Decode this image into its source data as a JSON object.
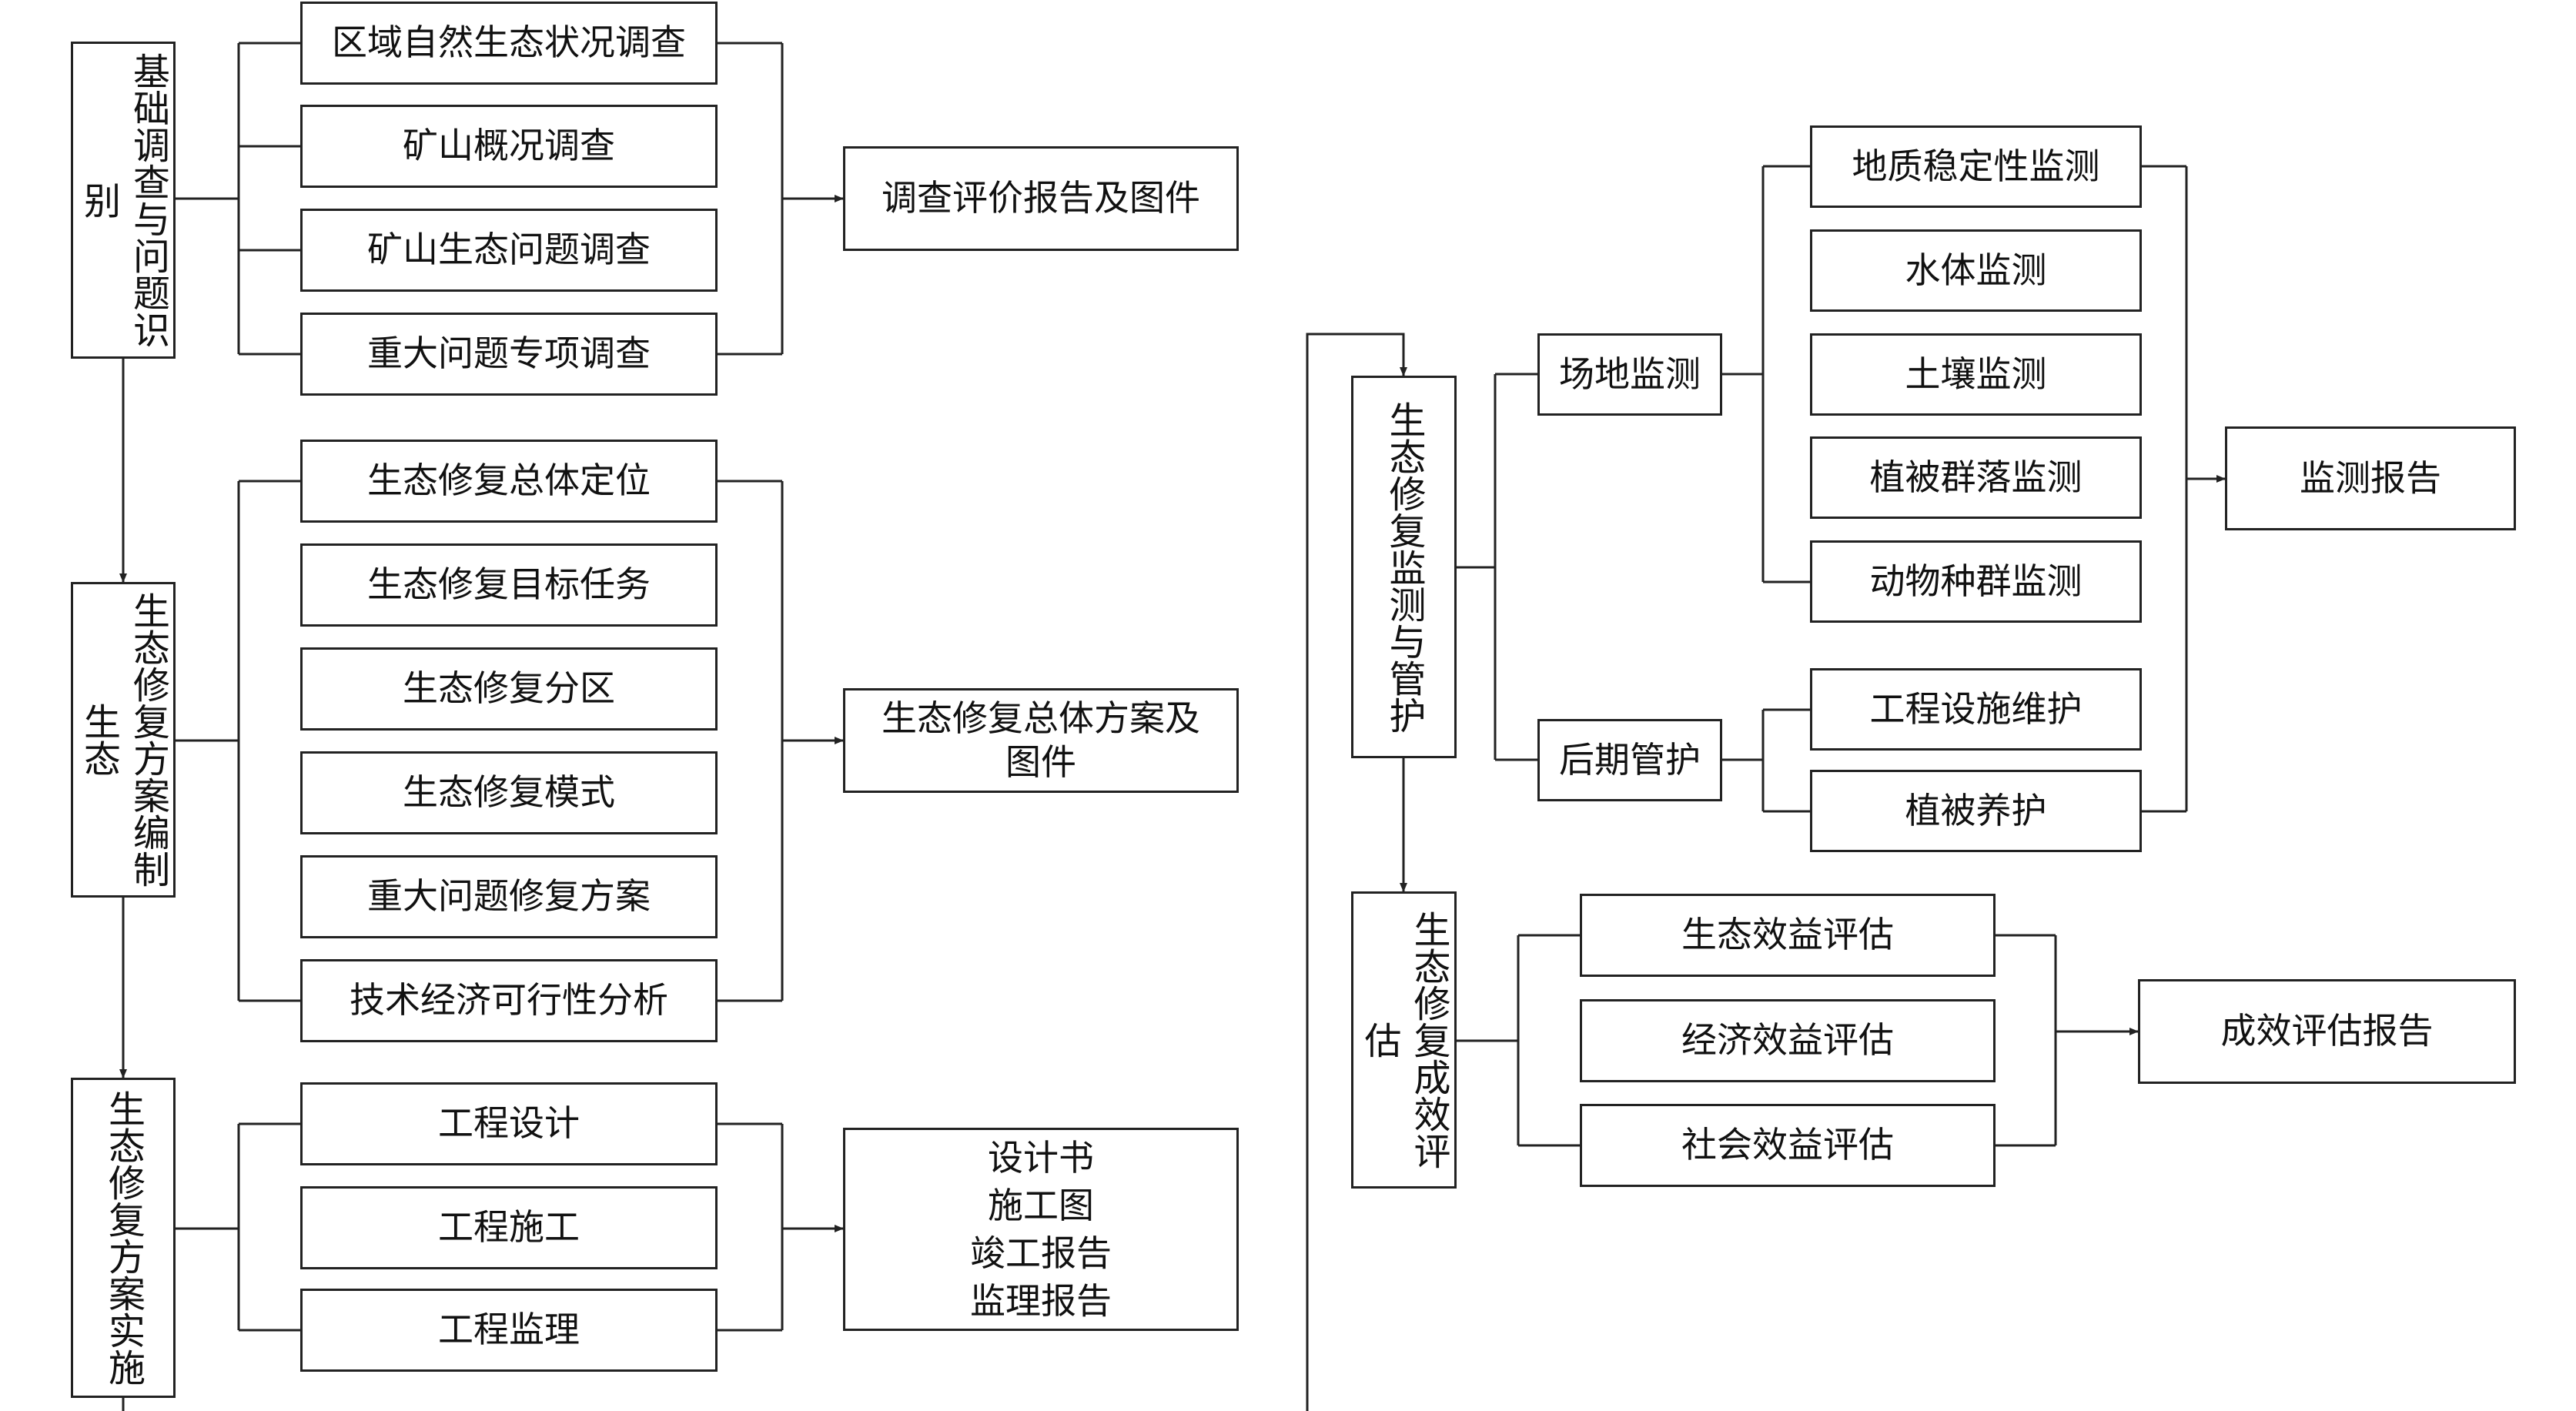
{
  "main": {
    "basic": "基础调查与问题识别",
    "plan": "生态修复方案编制生态",
    "implement": "生态修复方案实施",
    "monitor": "生态修复监测与管护",
    "evaluate": "生态修复成效评估"
  },
  "basic_items": [
    "区域自然生态状况调查",
    "矿山概况调查",
    "矿山生态问题调查",
    "重大问题专项调查"
  ],
  "basic_output": "调查评价报告及图件",
  "plan_items": [
    "生态修复总体定位",
    "生态修复目标任务",
    "生态修复分区",
    "生态修复模式",
    "重大问题修复方案",
    "技术经济可行性分析"
  ],
  "plan_output": "生态修复总体方案及\n图件",
  "implement_items": [
    "工程设计",
    "工程施工",
    "工程监理"
  ],
  "implement_output": "设计书\n施工图\n竣工报告\n监理报告",
  "monitor_sub": [
    "场地监测",
    "后期管护"
  ],
  "site_items": [
    "地质稳定性监测",
    "水体监测",
    "土壤监测",
    "植被群落监测",
    "动物种群监测"
  ],
  "care_items": [
    "工程设施维护",
    "植被养护"
  ],
  "monitor_output": "监测报告",
  "evaluate_items": [
    "生态效益评估",
    "经济效益评估",
    "社会效益评估"
  ],
  "evaluate_output": "成效评估报告"
}
